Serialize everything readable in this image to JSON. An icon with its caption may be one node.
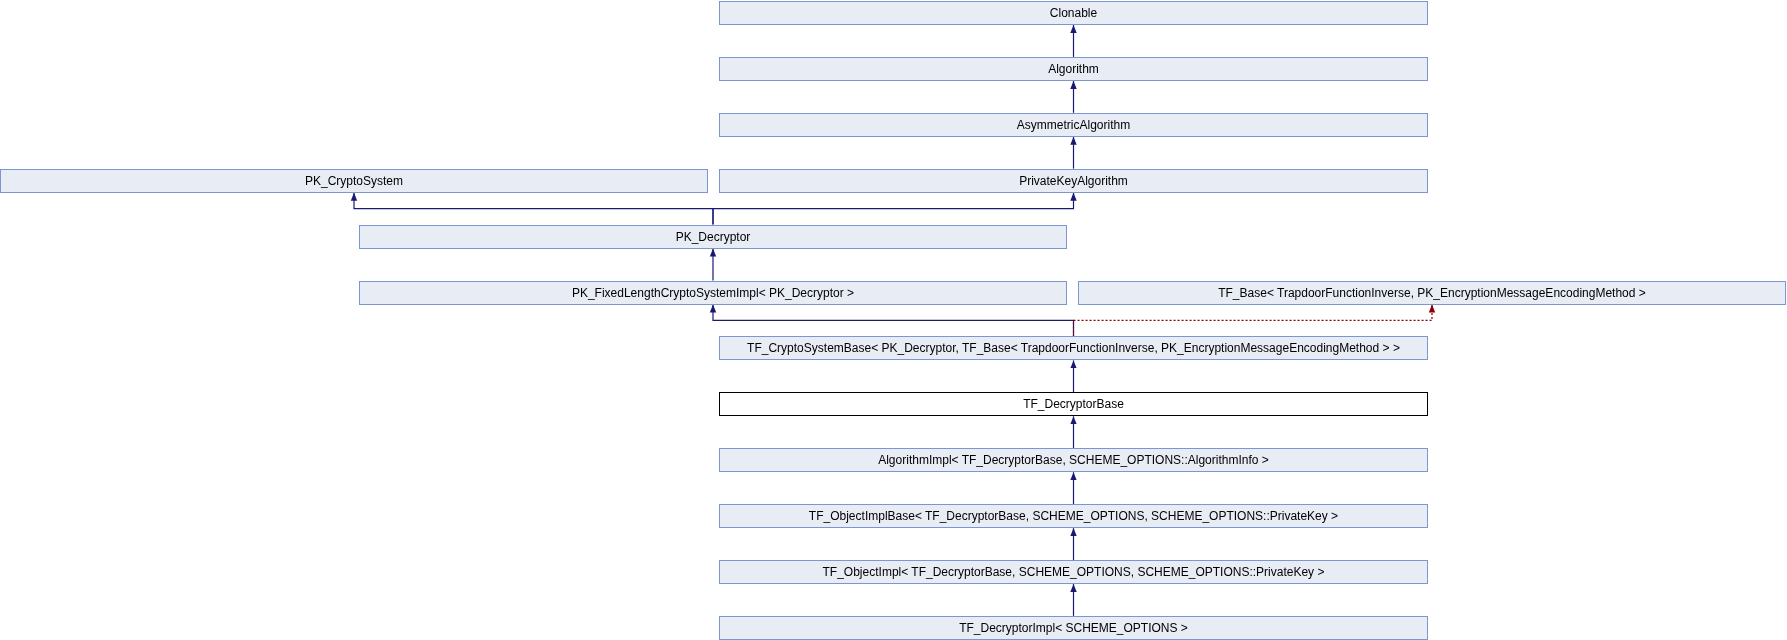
{
  "diagram": {
    "nodes": [
      {
        "text": [
          "Clonable"
        ]
      },
      {
        "text": [
          "Algorithm"
        ]
      },
      {
        "text": [
          "AsymmetricAlgorithm"
        ]
      },
      {
        "text": [
          "PK_CryptoSystem"
        ]
      },
      {
        "text": [
          "PrivateKeyAlgorithm"
        ]
      },
      {
        "text": [
          "PK_Decryptor"
        ]
      },
      {
        "text": [
          "PK_FixedLengthCryptoSystemImpl< PK_Decryptor >"
        ]
      },
      {
        "text": [
          "TF_Base< TrapdoorFunctionInverse, PK_EncryptionMessageEncodingMethod >"
        ]
      },
      {
        "text": [
          "TF_CryptoSystemBase< PK_Decryptor, TF_Base< TrapdoorFunctionInverse, PK_EncryptionMessageEncodingMethod > >"
        ]
      },
      {
        "text": [
          "TF_DecryptorBase"
        ]
      },
      {
        "text": [
          "AlgorithmImpl< TF_DecryptorBase, SCHEME_OPTIONS::AlgorithmInfo >"
        ]
      },
      {
        "text": [
          "TF_ObjectImplBase< TF_DecryptorBase, SCHEME_OPTIONS, SCHEME_OPTIONS::PrivateKey >"
        ]
      },
      {
        "text": [
          "TF_ObjectImpl< TF_DecryptorBase, SCHEME_OPTIONS, SCHEME_OPTIONS::PrivateKey >"
        ]
      },
      {
        "text": [
          "TF_DecryptorImpl< SCHEME_OPTIONS >"
        ]
      }
    ],
    "edges": [
      {
        "from": 1,
        "to": 0,
        "arrow": "to"
      },
      {
        "from": 2,
        "to": 1,
        "arrow": "to"
      },
      {
        "from": 4,
        "to": 2,
        "arrow": "to"
      },
      {
        "from": 5,
        "to": 3,
        "arrow": "to"
      },
      {
        "from": 5,
        "to": 4,
        "arrow": "to"
      },
      {
        "from": 6,
        "to": 5,
        "arrow": "to"
      },
      {
        "from": 8,
        "to": 6,
        "arrow": "to"
      },
      {
        "from": 8,
        "to": 7,
        "arrow": "to",
        "style": "dashed",
        "color": "#8b0000"
      },
      {
        "from": 9,
        "to": 8,
        "arrow": "to"
      },
      {
        "from": 10,
        "to": 9,
        "arrow": "to"
      },
      {
        "from": 11,
        "to": 10,
        "arrow": "to"
      },
      {
        "from": 12,
        "to": 11,
        "arrow": "to"
      },
      {
        "from": 13,
        "to": 12,
        "arrow": "to"
      }
    ]
  }
}
